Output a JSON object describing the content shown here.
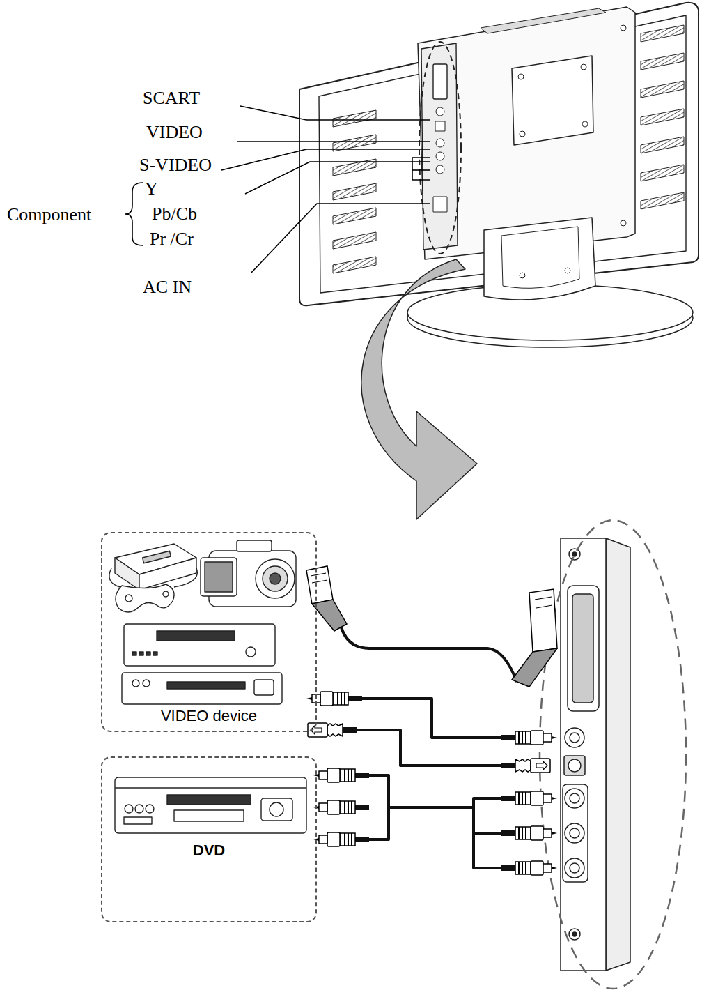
{
  "diagram": {
    "nodes": [
      {
        "text": [
          "VIDEO device"
        ]
      },
      {
        "text": [
          "DVD"
        ]
      }
    ],
    "labels": [
      "SCART",
      "VIDEO",
      "S-VIDEO",
      "Y",
      "Pb/Cb",
      "Pr /Cr",
      "Component",
      "AC IN"
    ]
  }
}
